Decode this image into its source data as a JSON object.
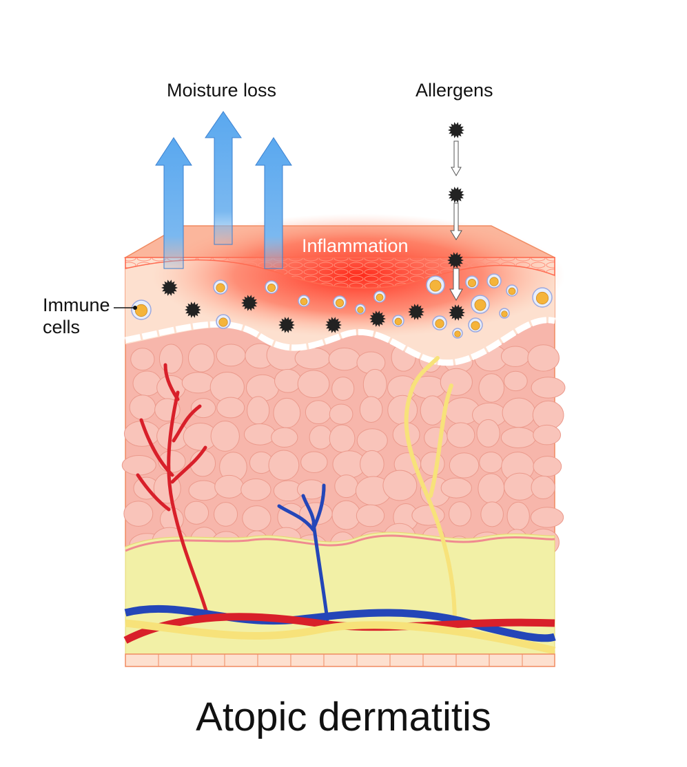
{
  "labels": {
    "moisture_loss": "Moisture loss",
    "allergens": "Allergens",
    "inflammation": "Inflammation",
    "immune_cells_line1": "Immune",
    "immune_cells_line2": "cells"
  },
  "title": "Atopic dermatitis",
  "colors": {
    "dermis": "#f7b6ab",
    "epidermis": "#fde0cf",
    "inflammation": "#ff3b2f",
    "fat": "#f2f0a6",
    "artery": "#d8202a",
    "vein": "#2446b8",
    "nerve": "#f7e27a",
    "arrow": "#5aa8ef",
    "allergen": "#222222",
    "immune_cell": "#f5b43a"
  }
}
